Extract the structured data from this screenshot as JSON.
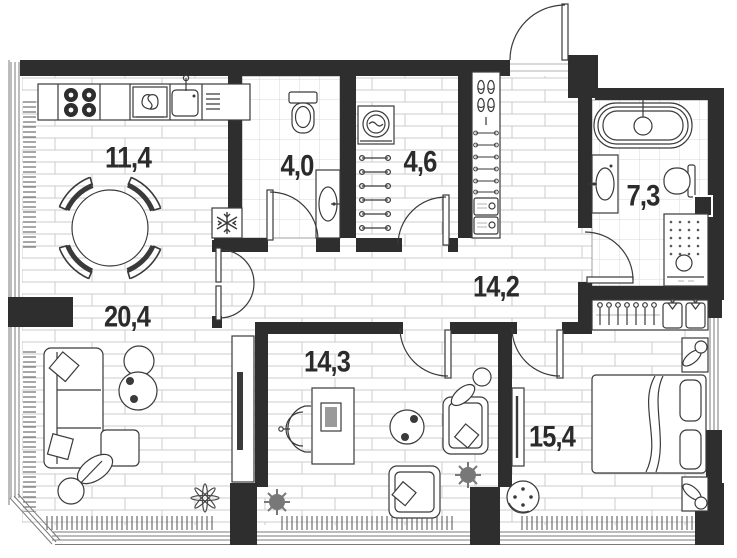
{
  "plan": {
    "type": "apartment-floor-plan"
  },
  "rooms": [
    {
      "id": "kitchen-dining",
      "area_label": "11,4",
      "fixtures": [
        "cooktop-icon",
        "extractor-fan-icon",
        "kitchen-sink-icon",
        "dish-rack-icon",
        "fridge-snowflake-icon",
        "dining-table-icon",
        "dining-chair-icon",
        "radiator-icon"
      ]
    },
    {
      "id": "wc",
      "area_label": "4,0",
      "fixtures": [
        "toilet-icon",
        "washbasin-icon",
        "door-swing-icon"
      ]
    },
    {
      "id": "laundry-storage",
      "area_label": "4,6",
      "fixtures": [
        "washing-machine-icon",
        "shelf-rack-icon",
        "door-swing-icon"
      ]
    },
    {
      "id": "bathroom",
      "area_label": "7,3",
      "fixtures": [
        "bathtub-icon",
        "washbasin-icon",
        "toilet-icon",
        "shower-icon",
        "duct-shaft-icon",
        "door-swing-icon"
      ]
    },
    {
      "id": "hallway",
      "area_label": "14,2",
      "fixtures": [
        "entrance-door-icon",
        "double-door-icon",
        "shoe-shelf-icon",
        "coat-hooks-icon",
        "drawer-unit-icon"
      ]
    },
    {
      "id": "living-room",
      "area_label": "20,4",
      "fixtures": [
        "corner-sofa-icon",
        "pillow-icon",
        "coffee-table-icon",
        "tv-console-icon",
        "potted-plant-icon",
        "palm-plant-icon",
        "radiator-icon",
        "window-icon"
      ]
    },
    {
      "id": "study",
      "area_label": "14,3",
      "fixtures": [
        "desk-icon",
        "monitor-icon",
        "office-chair-icon",
        "round-table-icon",
        "armchair-icon",
        "pillow-icon",
        "bush-plant-icon",
        "radiator-icon",
        "door-swing-icon",
        "window-icon"
      ]
    },
    {
      "id": "bedroom",
      "area_label": "15,4",
      "fixtures": [
        "double-bed-icon",
        "pillow-icon",
        "blanket-icon",
        "nightstand-icon",
        "table-lamp-icon",
        "wardrobe-hangers-icon",
        "clothes-icon",
        "tv-console-icon",
        "pouf-icon",
        "radiator-icon",
        "window-icon"
      ]
    }
  ],
  "colors": {
    "wall": "#2e2e2e",
    "line": "#3a3a3a",
    "floor_line": "#cbcbcb",
    "tile_line": "#d9d9d9",
    "background": "#ffffff",
    "label_text": "#2b2b2b"
  }
}
